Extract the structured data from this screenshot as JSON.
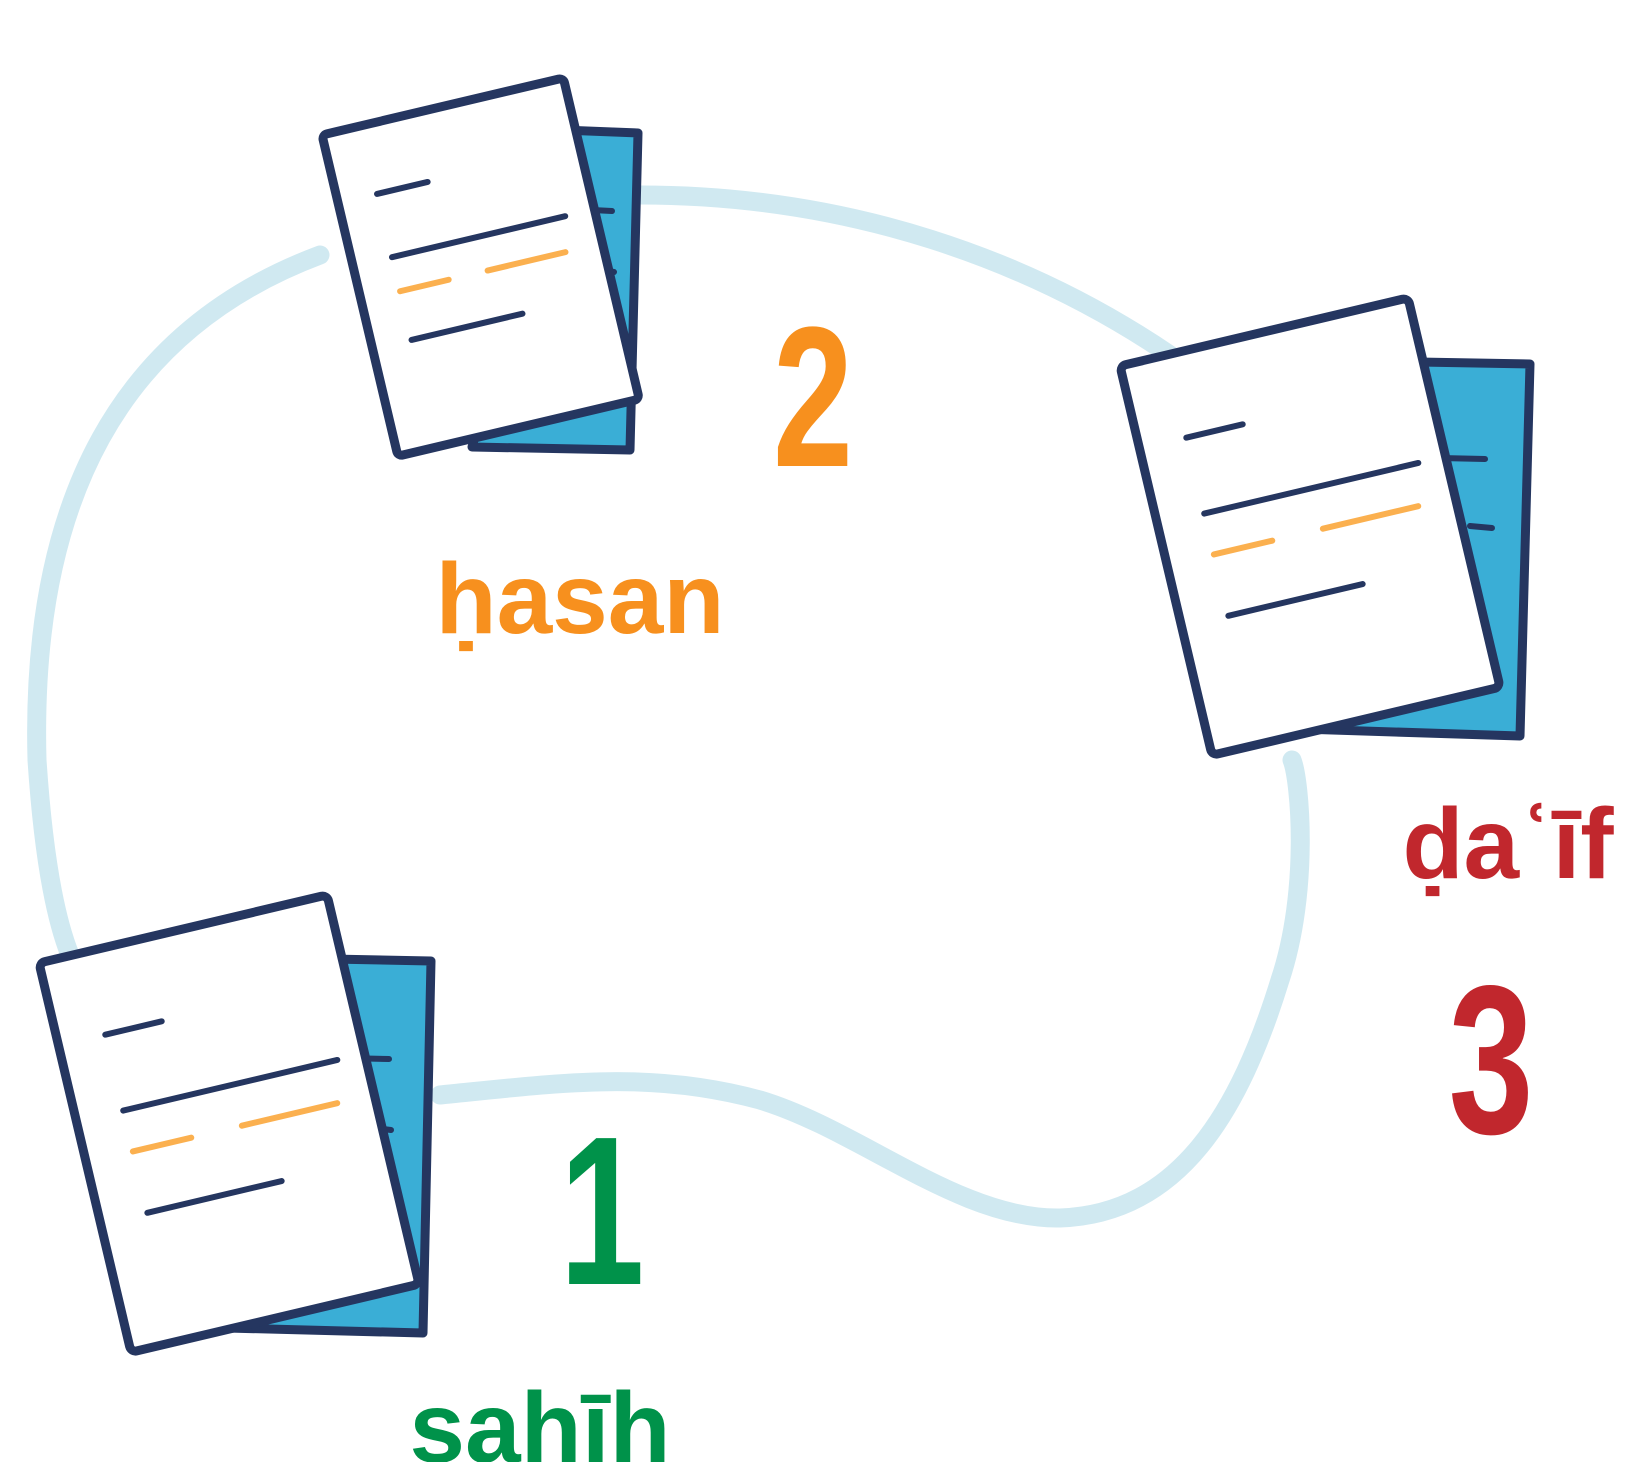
{
  "colors": {
    "loop": "#d0e9f1",
    "doc_outline": "#253660",
    "doc_back": "#3aaed6",
    "doc_highlight": "#fbb04f",
    "grade_1": "#00924a",
    "grade_2": "#f7901e",
    "grade_3": "#c1272d"
  },
  "grades": [
    {
      "number": "1",
      "term": "sahīh",
      "icon": "document-stack-icon"
    },
    {
      "number": "2",
      "term": "ḥasan",
      "icon": "document-stack-icon"
    },
    {
      "number": "3",
      "term": "ḍaʿīf",
      "icon": "document-stack-icon"
    }
  ]
}
